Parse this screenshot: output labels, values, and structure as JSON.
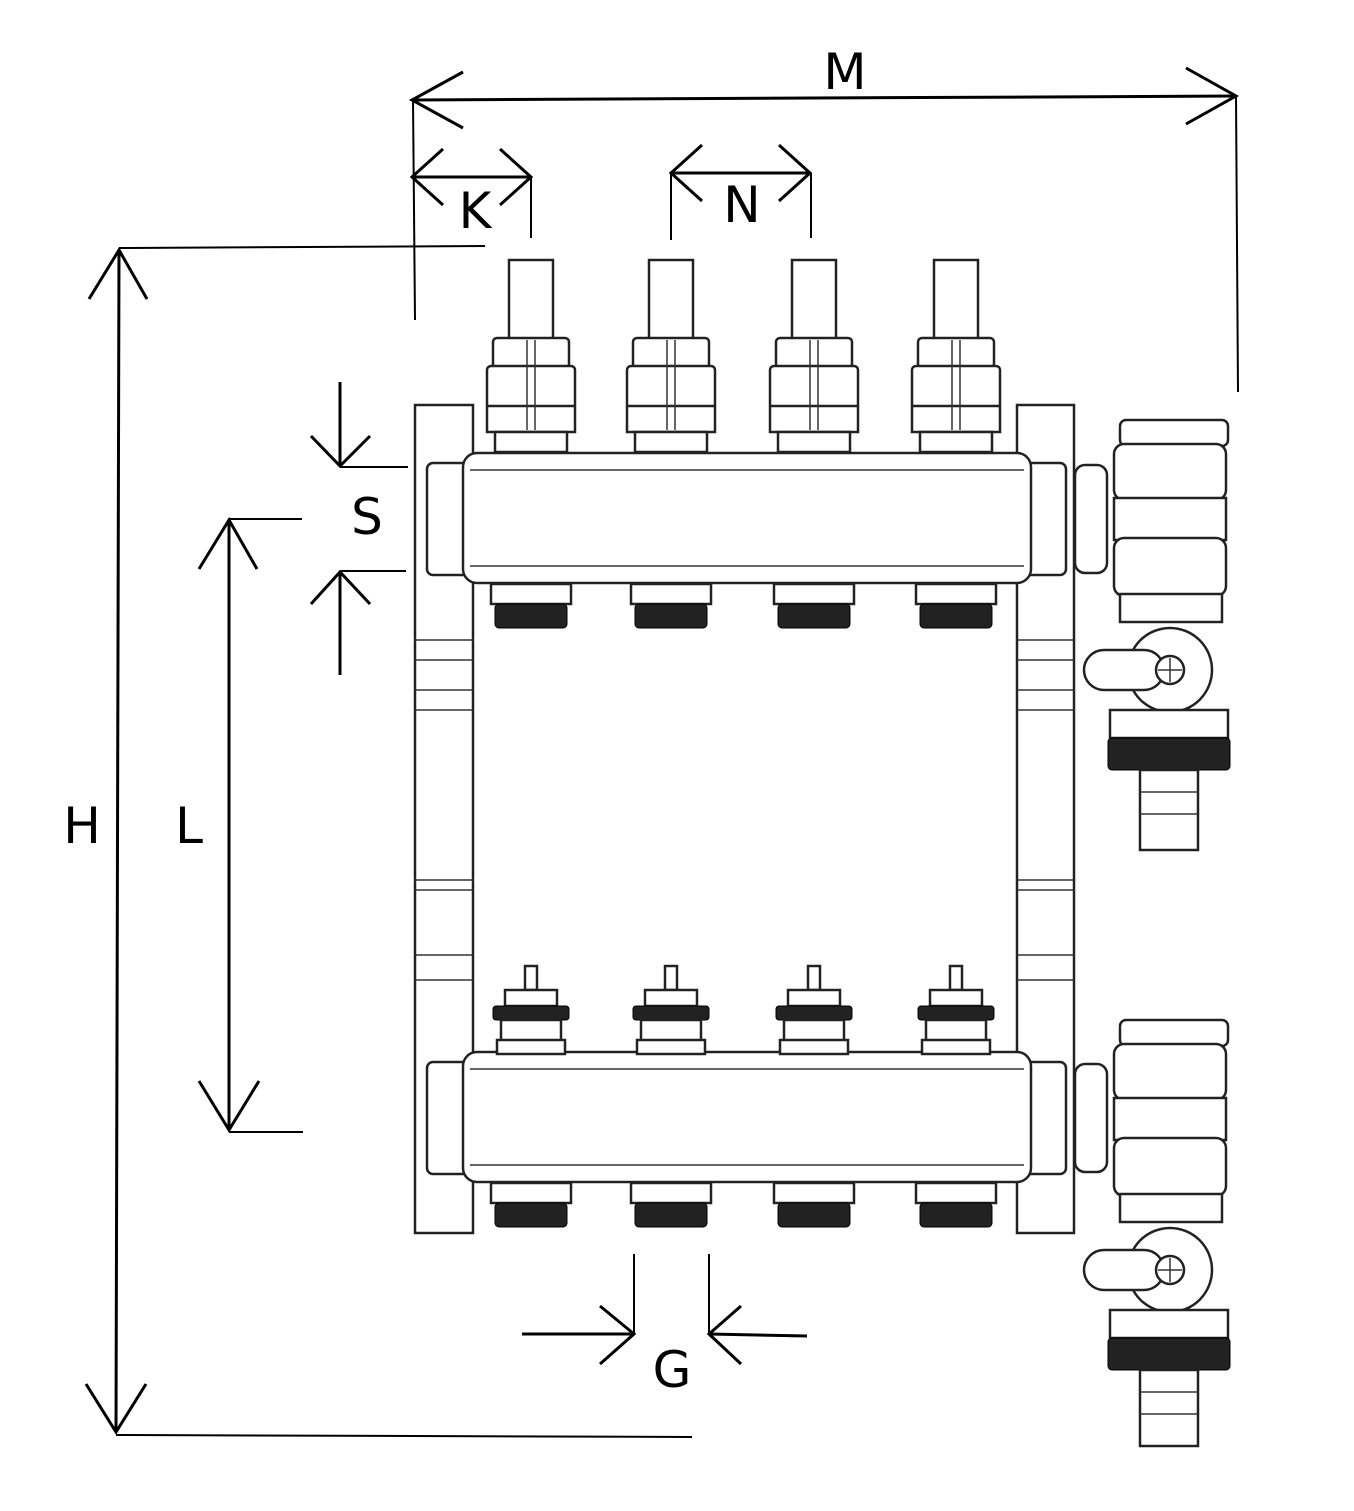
{
  "labels": {
    "M": "M",
    "K": "K",
    "N": "N",
    "S": "S",
    "H": "H",
    "L": "L",
    "G": "G"
  }
}
